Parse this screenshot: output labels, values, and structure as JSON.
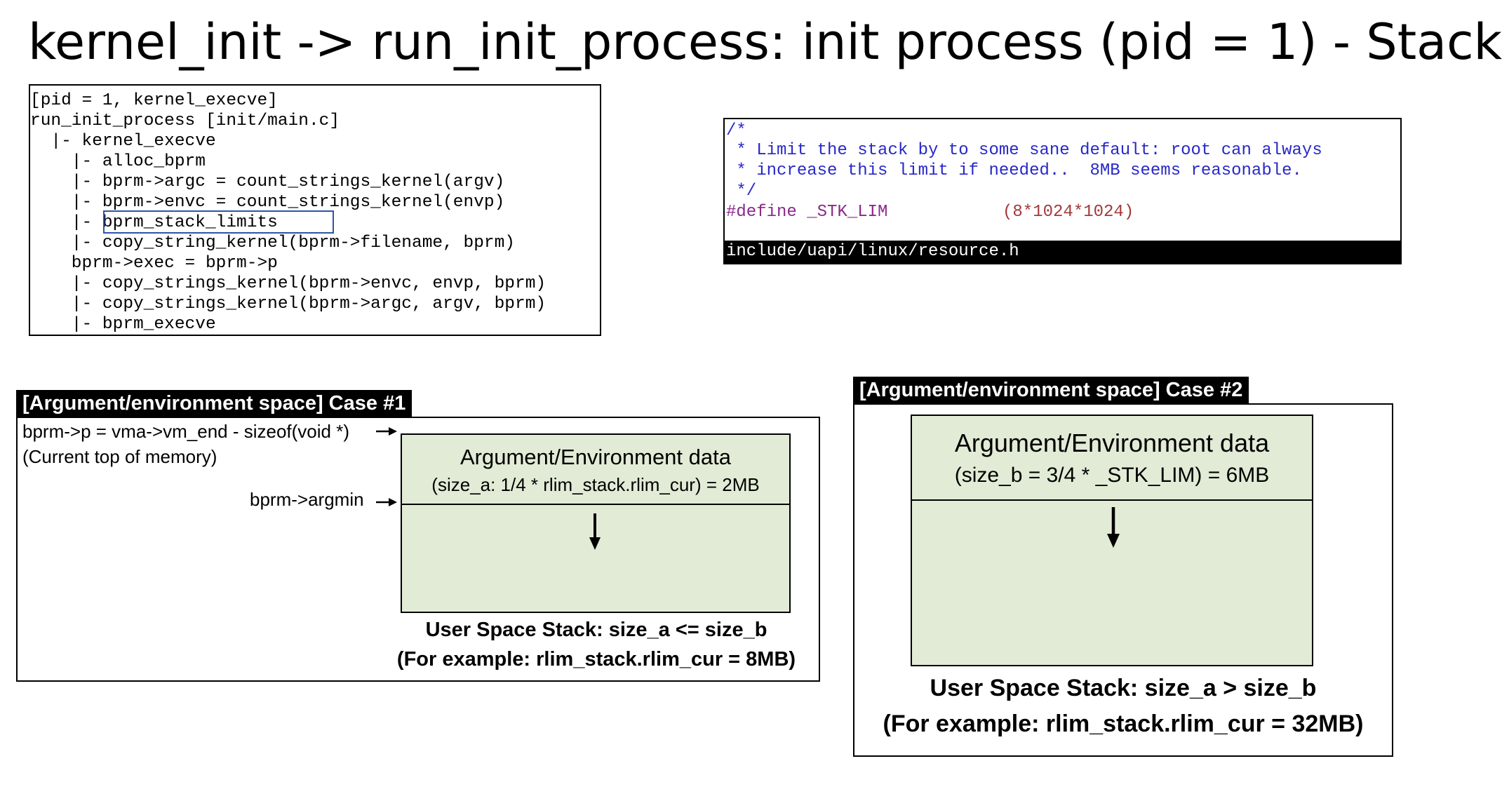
{
  "title": "kernel_init -> run_init_process: init process (pid = 1) - Stack",
  "code": {
    "lines": [
      "[pid = 1, kernel_execve]",
      "run_init_process [init/main.c]",
      "  |- kernel_execve",
      "    |- alloc_bprm",
      "    |- bprm->argc = count_strings_kernel(argv)",
      "    |- bprm->envc = count_strings_kernel(envp)",
      "    |- bprm_stack_limits",
      "    |- copy_string_kernel(bprm->filename, bprm)",
      "    bprm->exec = bprm->p",
      "    |- copy_strings_kernel(bprm->envc, envp, bprm)",
      "    |- copy_strings_kernel(bprm->argc, argv, bprm)",
      "    |- bprm_execve"
    ]
  },
  "define": {
    "comment_open": "/*",
    "comment_1": " * Limit the stack by to some sane default: root can always",
    "comment_2": " * increase this limit if needed..  8MB seems reasonable.",
    "comment_close": " */",
    "keyword": "#define",
    "macro": " _STK_LIM",
    "value": "(8*1024*1024)",
    "file": "include/uapi/linux/resource.h"
  },
  "case1": {
    "label": "[Argument/environment space] Case #1",
    "ptr_label": "bprm->p = vma->vm_end - sizeof(void *)",
    "ptr_note": "(Current top of memory)",
    "argmin_label": "bprm->argmin",
    "data_title": "Argument/Environment data",
    "data_size": "(size_a: 1/4 * rlim_stack.rlim_cur) = 2MB",
    "caption_1": "User Space Stack: size_a <= size_b",
    "caption_2": "(For example: rlim_stack.rlim_cur = 8MB)"
  },
  "case2": {
    "label": "[Argument/environment space] Case #2",
    "data_title": "Argument/Environment data",
    "data_size": "(size_b = 3/4 * _STK_LIM) = 6MB",
    "caption_1": "User Space Stack: size_a > size_b",
    "caption_2": "(For example: rlim_stack.rlim_cur = 32MB)"
  },
  "colors": {
    "stack_fill": "#e2ebd6",
    "highlight_border": "#2e54a6",
    "comment_blue": "#2828c8",
    "keyword_purple": "#8a2a8a",
    "value_red": "#a23a3a"
  }
}
